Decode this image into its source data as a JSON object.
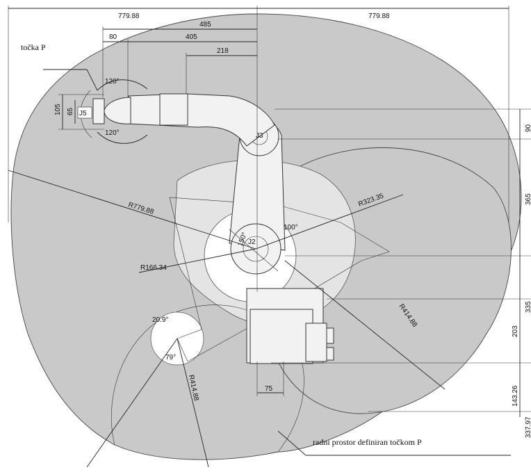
{
  "annotations": {
    "point_label": "točka P",
    "workspace_label": "radni prostor definiran točkom P"
  },
  "joints": {
    "j2": "J2",
    "j3": "J3",
    "j5": "J5"
  },
  "dimensions": {
    "top_left_span": "779.88",
    "top_right_span": "779.88",
    "d485": "485",
    "d80": "80",
    "d405": "405",
    "d218": "218",
    "d105": "105",
    "d65": "65",
    "d90": "90",
    "d365": "365",
    "d335": "335",
    "d203": "203",
    "d143": "143.26",
    "d337": "337.97",
    "d75": "75"
  },
  "radii": {
    "r_outer": "R779.88",
    "r_323": "R323.35",
    "r_166": "R166.34",
    "r_414_right": "R414.88",
    "r_414_bottom": "R414.88"
  },
  "angles": {
    "a120_top": "120°",
    "a120_bottom": "120°",
    "a100": "100°",
    "a150": "150°",
    "a209": "20.9°",
    "a79": "79°"
  },
  "colors": {
    "envelope": "#c9c9c9",
    "inner_zone": "#e4e4e4",
    "robot": "#f2f2f2"
  }
}
